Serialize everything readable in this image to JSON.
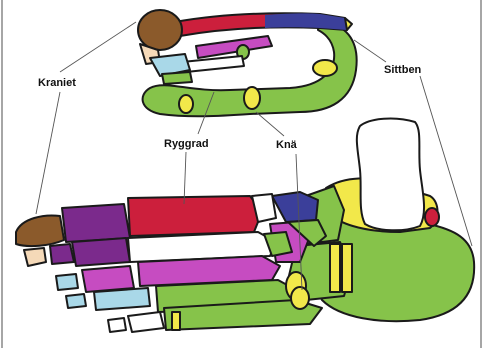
{
  "labels": {
    "skull": "Kraniet",
    "spine": "Ryggrad",
    "knee": "Knä",
    "pelvis": "Sittben"
  },
  "colors": {
    "skull": "#8b5a2b",
    "spine_red": "#cc1f3c",
    "spine_blue": "#3b3f9a",
    "purple": "#7b2a8c",
    "magenta": "#c64cc1",
    "light_blue": "#a9d8e8",
    "green": "#86c34a",
    "yellow": "#f2e84a",
    "cream": "#f5d9b8",
    "outline": "#1a1a1a",
    "white": "#ffffff"
  }
}
